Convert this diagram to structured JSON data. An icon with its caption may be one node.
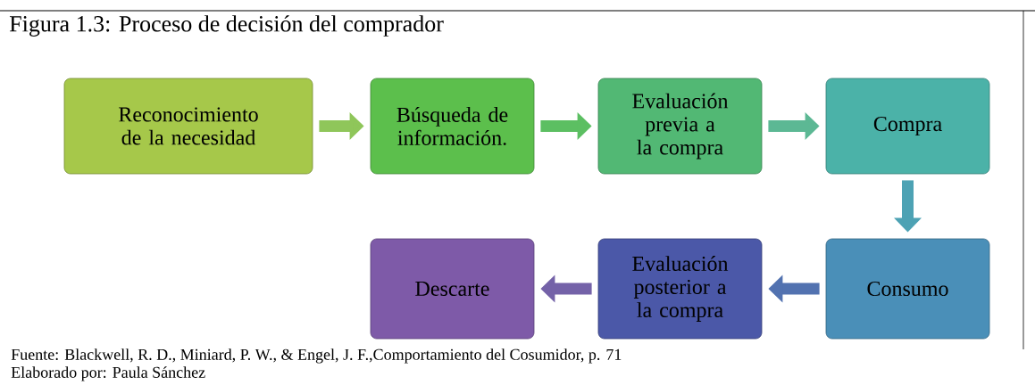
{
  "diagram": {
    "title": "Figura 1.3: Proceso de decisión del comprador",
    "caption": "Fuente: Blackwell, R. D., Miniard, P. W., & Engel, J. F.,Comportamiento del Cosumidor, p. 71",
    "nodes": [
      {
        "text": [
          "Reconocimiento de la necesidad"
        ]
      },
      {
        "text": [
          "Búsqueda de información."
        ]
      },
      {
        "text": [
          "Evaluación previa a la compra"
        ]
      },
      {
        "text": [
          "Compra"
        ]
      },
      {
        "text": [
          "Consumo"
        ]
      },
      {
        "text": [
          "Evaluación posterior a la compra"
        ]
      },
      {
        "text": [
          "Descarte"
        ]
      }
    ],
    "edges": [
      {
        "from": 0,
        "to": 1,
        "arrow": "to",
        "color": "#8fc65a"
      },
      {
        "from": 1,
        "to": 2,
        "arrow": "to",
        "color": "#5cbf62"
      },
      {
        "from": 2,
        "to": 3,
        "arrow": "to",
        "color": "#5cb894"
      },
      {
        "from": 3,
        "to": 4,
        "arrow": "to",
        "color": "#4da2b4"
      },
      {
        "from": 4,
        "to": 5,
        "arrow": "to",
        "color": "#5272b0"
      },
      {
        "from": 5,
        "to": 6,
        "arrow": "to",
        "color": "#7462a8"
      }
    ],
    "labels": [
      "Elaborado por: Paula Sánchez"
    ]
  }
}
